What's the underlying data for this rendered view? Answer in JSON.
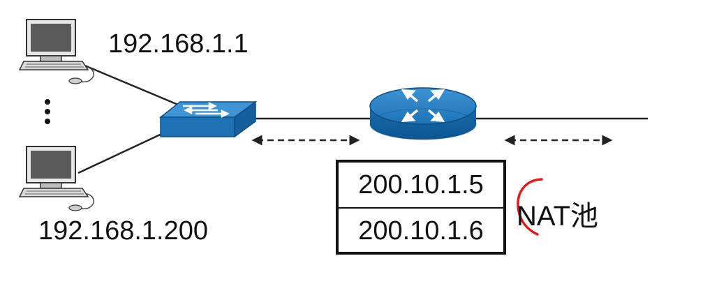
{
  "pcs": [
    {
      "ip": "192.168.1.1"
    },
    {
      "ip": "192.168.1.200"
    }
  ],
  "ellipsis": "⋮",
  "nat_pool": {
    "addresses": [
      "200.10.1.5",
      "200.10.1.6"
    ],
    "label": "NAT池"
  },
  "colors": {
    "device_blue": "#1f78bd",
    "device_blue_dark": "#0f5d96",
    "line": "#222222",
    "annotation": "#d61f1f"
  },
  "icons": [
    "pc-icon",
    "switch-icon",
    "router-icon"
  ]
}
